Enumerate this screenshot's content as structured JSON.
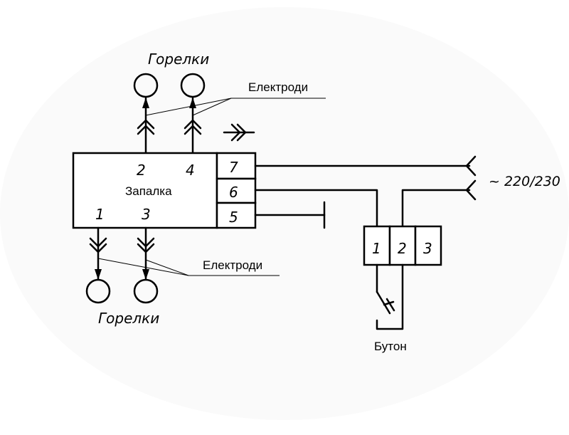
{
  "diagram": {
    "igniter": {
      "label": "Запалка",
      "terminals_top": [
        "2",
        "4"
      ],
      "terminals_bottom": [
        "1",
        "3"
      ],
      "side_terminals": [
        "7",
        "6",
        "5"
      ]
    },
    "burners_top_label": "Горелки",
    "burners_bottom_label": "Горелки",
    "electrodes_top_label": "Електроди",
    "electrodes_bottom_label": "Електроди",
    "supply_label": "~ 220/230",
    "button": {
      "label": "Бутон",
      "terminals": [
        "1",
        "2",
        "3"
      ]
    }
  }
}
